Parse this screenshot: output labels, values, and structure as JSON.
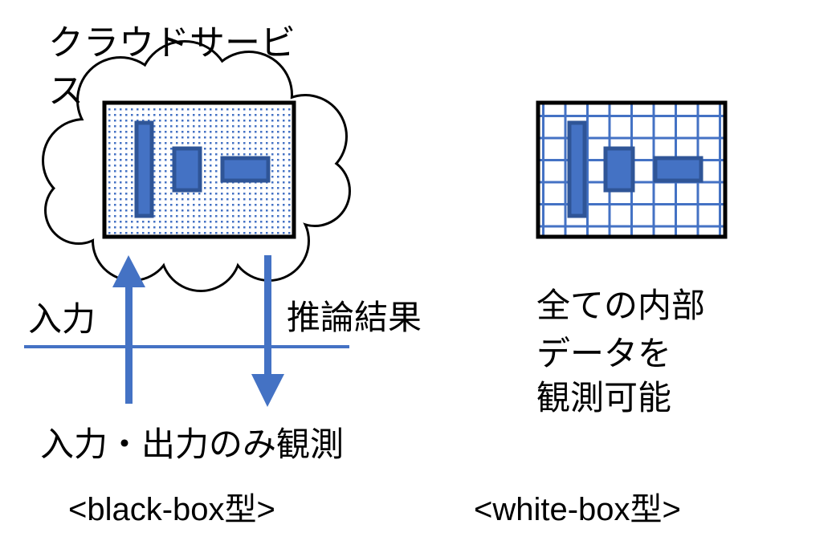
{
  "black_box": {
    "cloud_label_line1": "クラウドサービ",
    "cloud_label_line2": "ス",
    "input_label": "入力",
    "output_label": "推論結果",
    "observation": "入力・出力のみ観測",
    "caption": "<black-box型>"
  },
  "white_box": {
    "observation_line1": "全ての内部",
    "observation_line2": "データを",
    "observation_line3": "観測可能",
    "caption": "<white-box型>"
  },
  "colors": {
    "accent": "#4472C4",
    "accent_dark": "#2F5597",
    "outline": "#000000"
  }
}
